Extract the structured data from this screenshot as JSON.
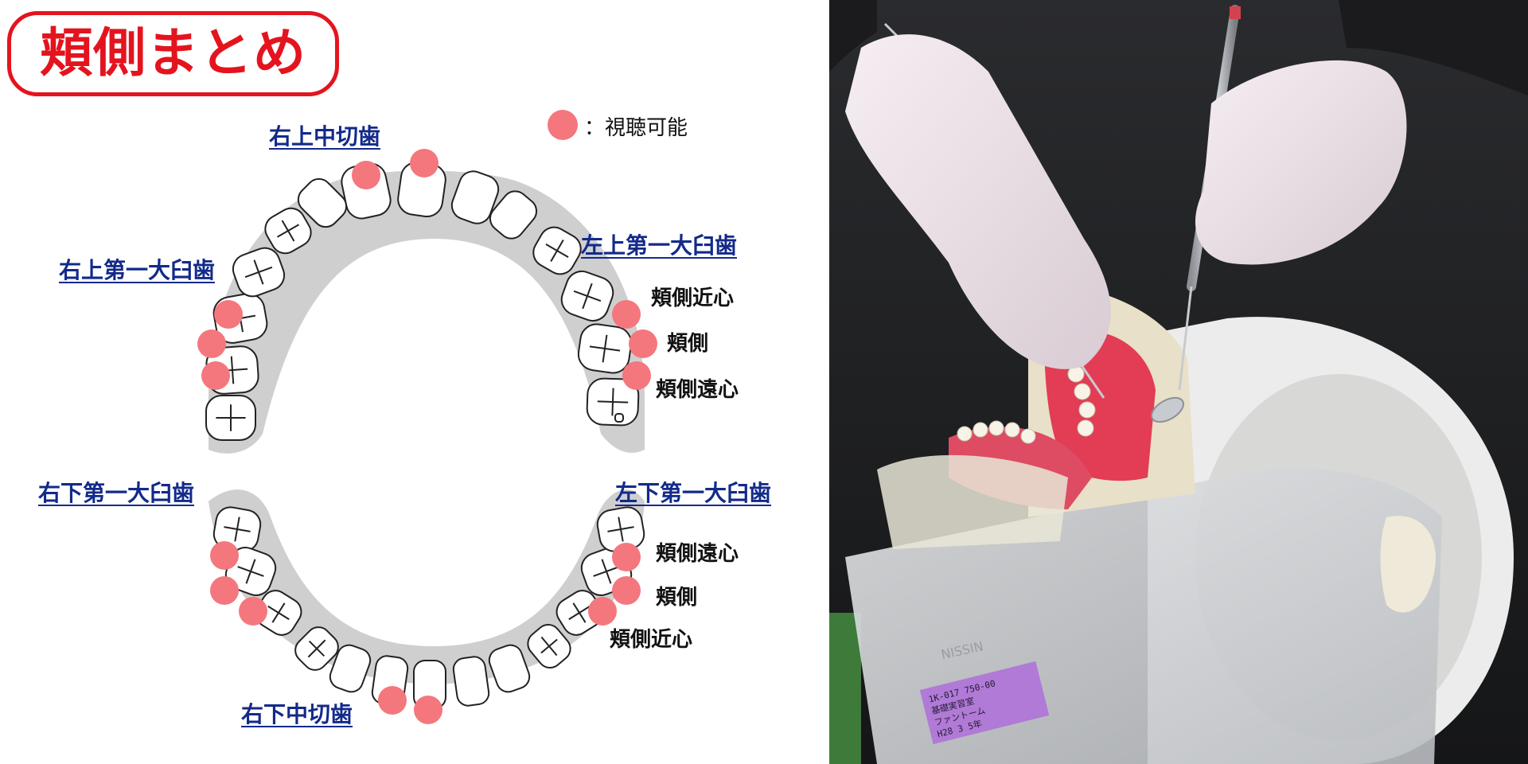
{
  "title": "頬側まとめ",
  "legend": {
    "text": "：視聴可能",
    "dot_color": "#f4777d"
  },
  "upper_labels": {
    "right_central": "右上中切歯",
    "right_first_molar": "右上第一大臼歯",
    "left_first_molar": "左上第一大臼歯"
  },
  "upper_surfaces": [
    "頬側近心",
    "頬側",
    "頬側遠心"
  ],
  "lower_labels": {
    "right_first_molar": "右下第一大臼歯",
    "left_first_molar": "左下第一大臼歯",
    "right_central": "右下中切歯"
  },
  "lower_surfaces": [
    "頬側遠心",
    "頬側",
    "頬側近心"
  ],
  "colors": {
    "accent_red": "#e4141e",
    "label_blue": "#132a8a",
    "gum_gray": "#cfcfcf",
    "marker_pink": "#f4777d"
  },
  "photo": {
    "description_icon": "dental-phantom-photo",
    "sticker_lines": [
      "1K-017 750-00",
      "基礎実習室",
      "ファントーム",
      "H28  3   5年"
    ],
    "brand": "NISSIN"
  }
}
